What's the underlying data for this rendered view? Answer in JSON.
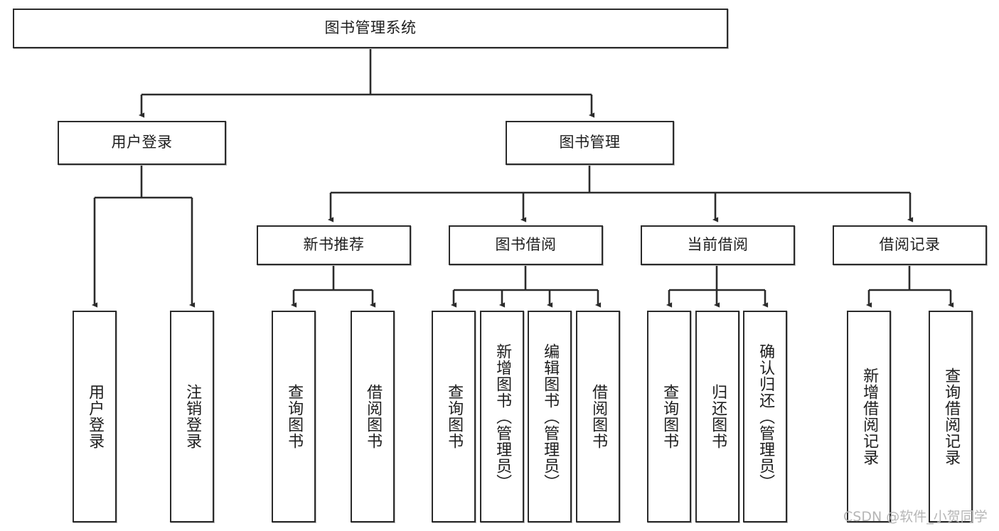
{
  "diagram": {
    "type": "tree-hierarchy",
    "orientation": "top-down",
    "root": {
      "label": "图书管理系统"
    },
    "level2": [
      {
        "label": "用户登录"
      },
      {
        "label": "图书管理"
      }
    ],
    "level3": [
      {
        "label": "新书推荐"
      },
      {
        "label": "图书借阅"
      },
      {
        "label": "当前借阅"
      },
      {
        "label": "借阅记录"
      }
    ],
    "leaves": [
      {
        "label": "用户登录",
        "parent": "用户登录"
      },
      {
        "label": "注销登录",
        "parent": "用户登录"
      },
      {
        "label": "查询图书",
        "parent": "新书推荐"
      },
      {
        "label": "借阅图书",
        "parent": "新书推荐"
      },
      {
        "label": "查询图书",
        "parent": "图书借阅"
      },
      {
        "label": "新增图书（管理员）",
        "parent": "图书借阅"
      },
      {
        "label": "编辑图书（管理员）",
        "parent": "图书借阅"
      },
      {
        "label": "借阅图书",
        "parent": "图书借阅"
      },
      {
        "label": "查询图书",
        "parent": "当前借阅"
      },
      {
        "label": "归还图书",
        "parent": "当前借阅"
      },
      {
        "label": "确认归还（管理员）",
        "parent": "当前借阅"
      },
      {
        "label": "新增借阅记录",
        "parent": "借阅记录"
      },
      {
        "label": "查询借阅记录",
        "parent": "借阅记录"
      }
    ]
  },
  "watermark": {
    "text": "CSDN @软件_小贺同学"
  },
  "colors": {
    "box_border": "#2b2b2b",
    "box_fill": "#ffffff",
    "connector": "#2b2b2b",
    "text": "#1d1d1d",
    "watermark": "#b6b6b6",
    "canvas": "#ffffff"
  }
}
